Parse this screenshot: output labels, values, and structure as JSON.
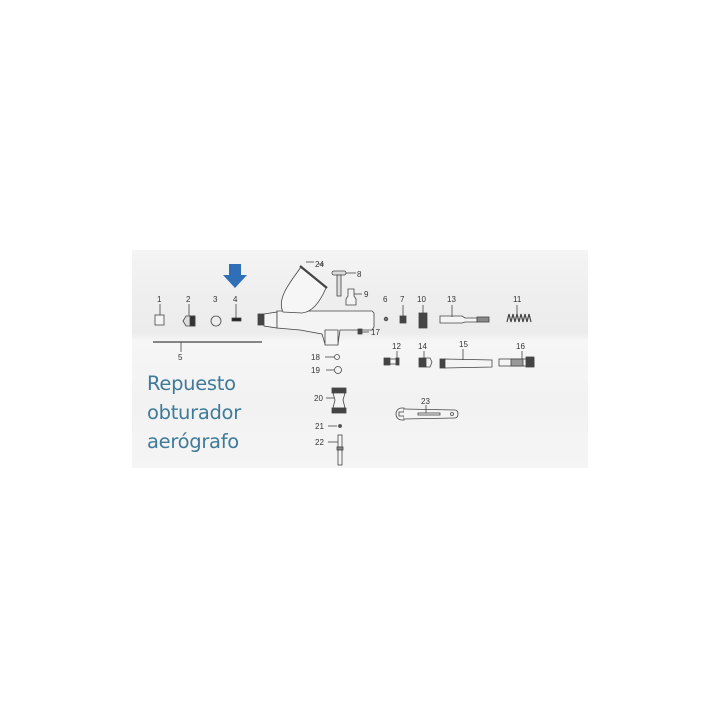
{
  "diagram": {
    "type": "exploded-parts-diagram",
    "subject": "airbrush",
    "highlight": {
      "part": "4",
      "indicator": "down-arrow",
      "color": "#2f6fb7"
    },
    "caption": {
      "lines": [
        "Repuesto",
        "obturador",
        "aerógrafo"
      ],
      "color": "#3f7a99"
    },
    "parts": [
      {
        "id": "1",
        "label": "1"
      },
      {
        "id": "2",
        "label": "2"
      },
      {
        "id": "3",
        "label": "3"
      },
      {
        "id": "4",
        "label": "4"
      },
      {
        "id": "5",
        "label": "5"
      },
      {
        "id": "6",
        "label": "6"
      },
      {
        "id": "7",
        "label": "7"
      },
      {
        "id": "8",
        "label": "8"
      },
      {
        "id": "9",
        "label": "9"
      },
      {
        "id": "10",
        "label": "10"
      },
      {
        "id": "11",
        "label": "11"
      },
      {
        "id": "12",
        "label": "12"
      },
      {
        "id": "13",
        "label": "13"
      },
      {
        "id": "14",
        "label": "14"
      },
      {
        "id": "15",
        "label": "15"
      },
      {
        "id": "16",
        "label": "16"
      },
      {
        "id": "17",
        "label": "17"
      },
      {
        "id": "18",
        "label": "18"
      },
      {
        "id": "19",
        "label": "19"
      },
      {
        "id": "20",
        "label": "20"
      },
      {
        "id": "21",
        "label": "21"
      },
      {
        "id": "22",
        "label": "22"
      },
      {
        "id": "23",
        "label": "23"
      },
      {
        "id": "24",
        "label": "24"
      }
    ]
  }
}
